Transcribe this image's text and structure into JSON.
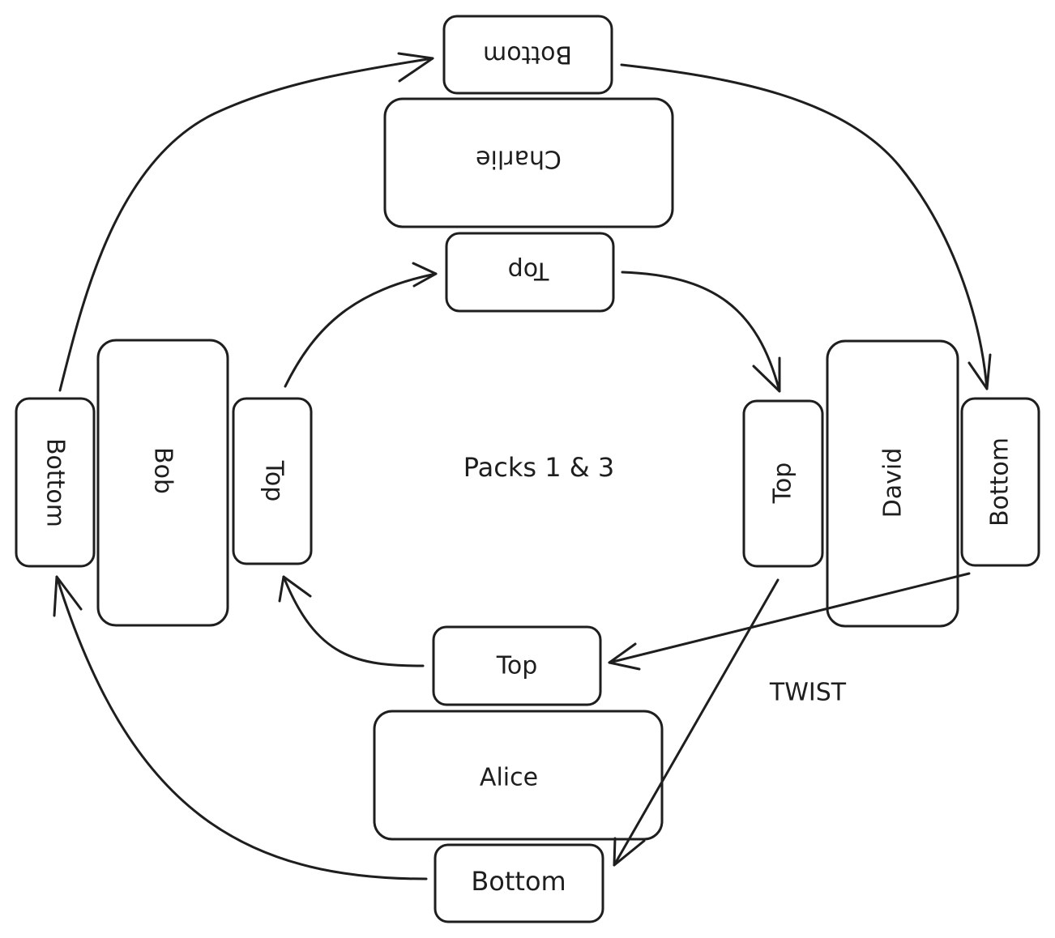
{
  "colors": {
    "stroke": "#1e1e1e",
    "background": "#ffffff"
  },
  "center_label": "Packs 1 & 3",
  "twist_label": "TWIST",
  "players": {
    "alice": {
      "name": "Alice",
      "top": "Top",
      "bottom": "Bottom"
    },
    "bob": {
      "name": "Bob",
      "top": "Top",
      "bottom": "Bottom"
    },
    "charlie": {
      "name": "Charlie",
      "top": "Top",
      "bottom": "Bottom"
    },
    "david": {
      "name": "David",
      "top": "Top",
      "bottom": "Bottom"
    }
  }
}
